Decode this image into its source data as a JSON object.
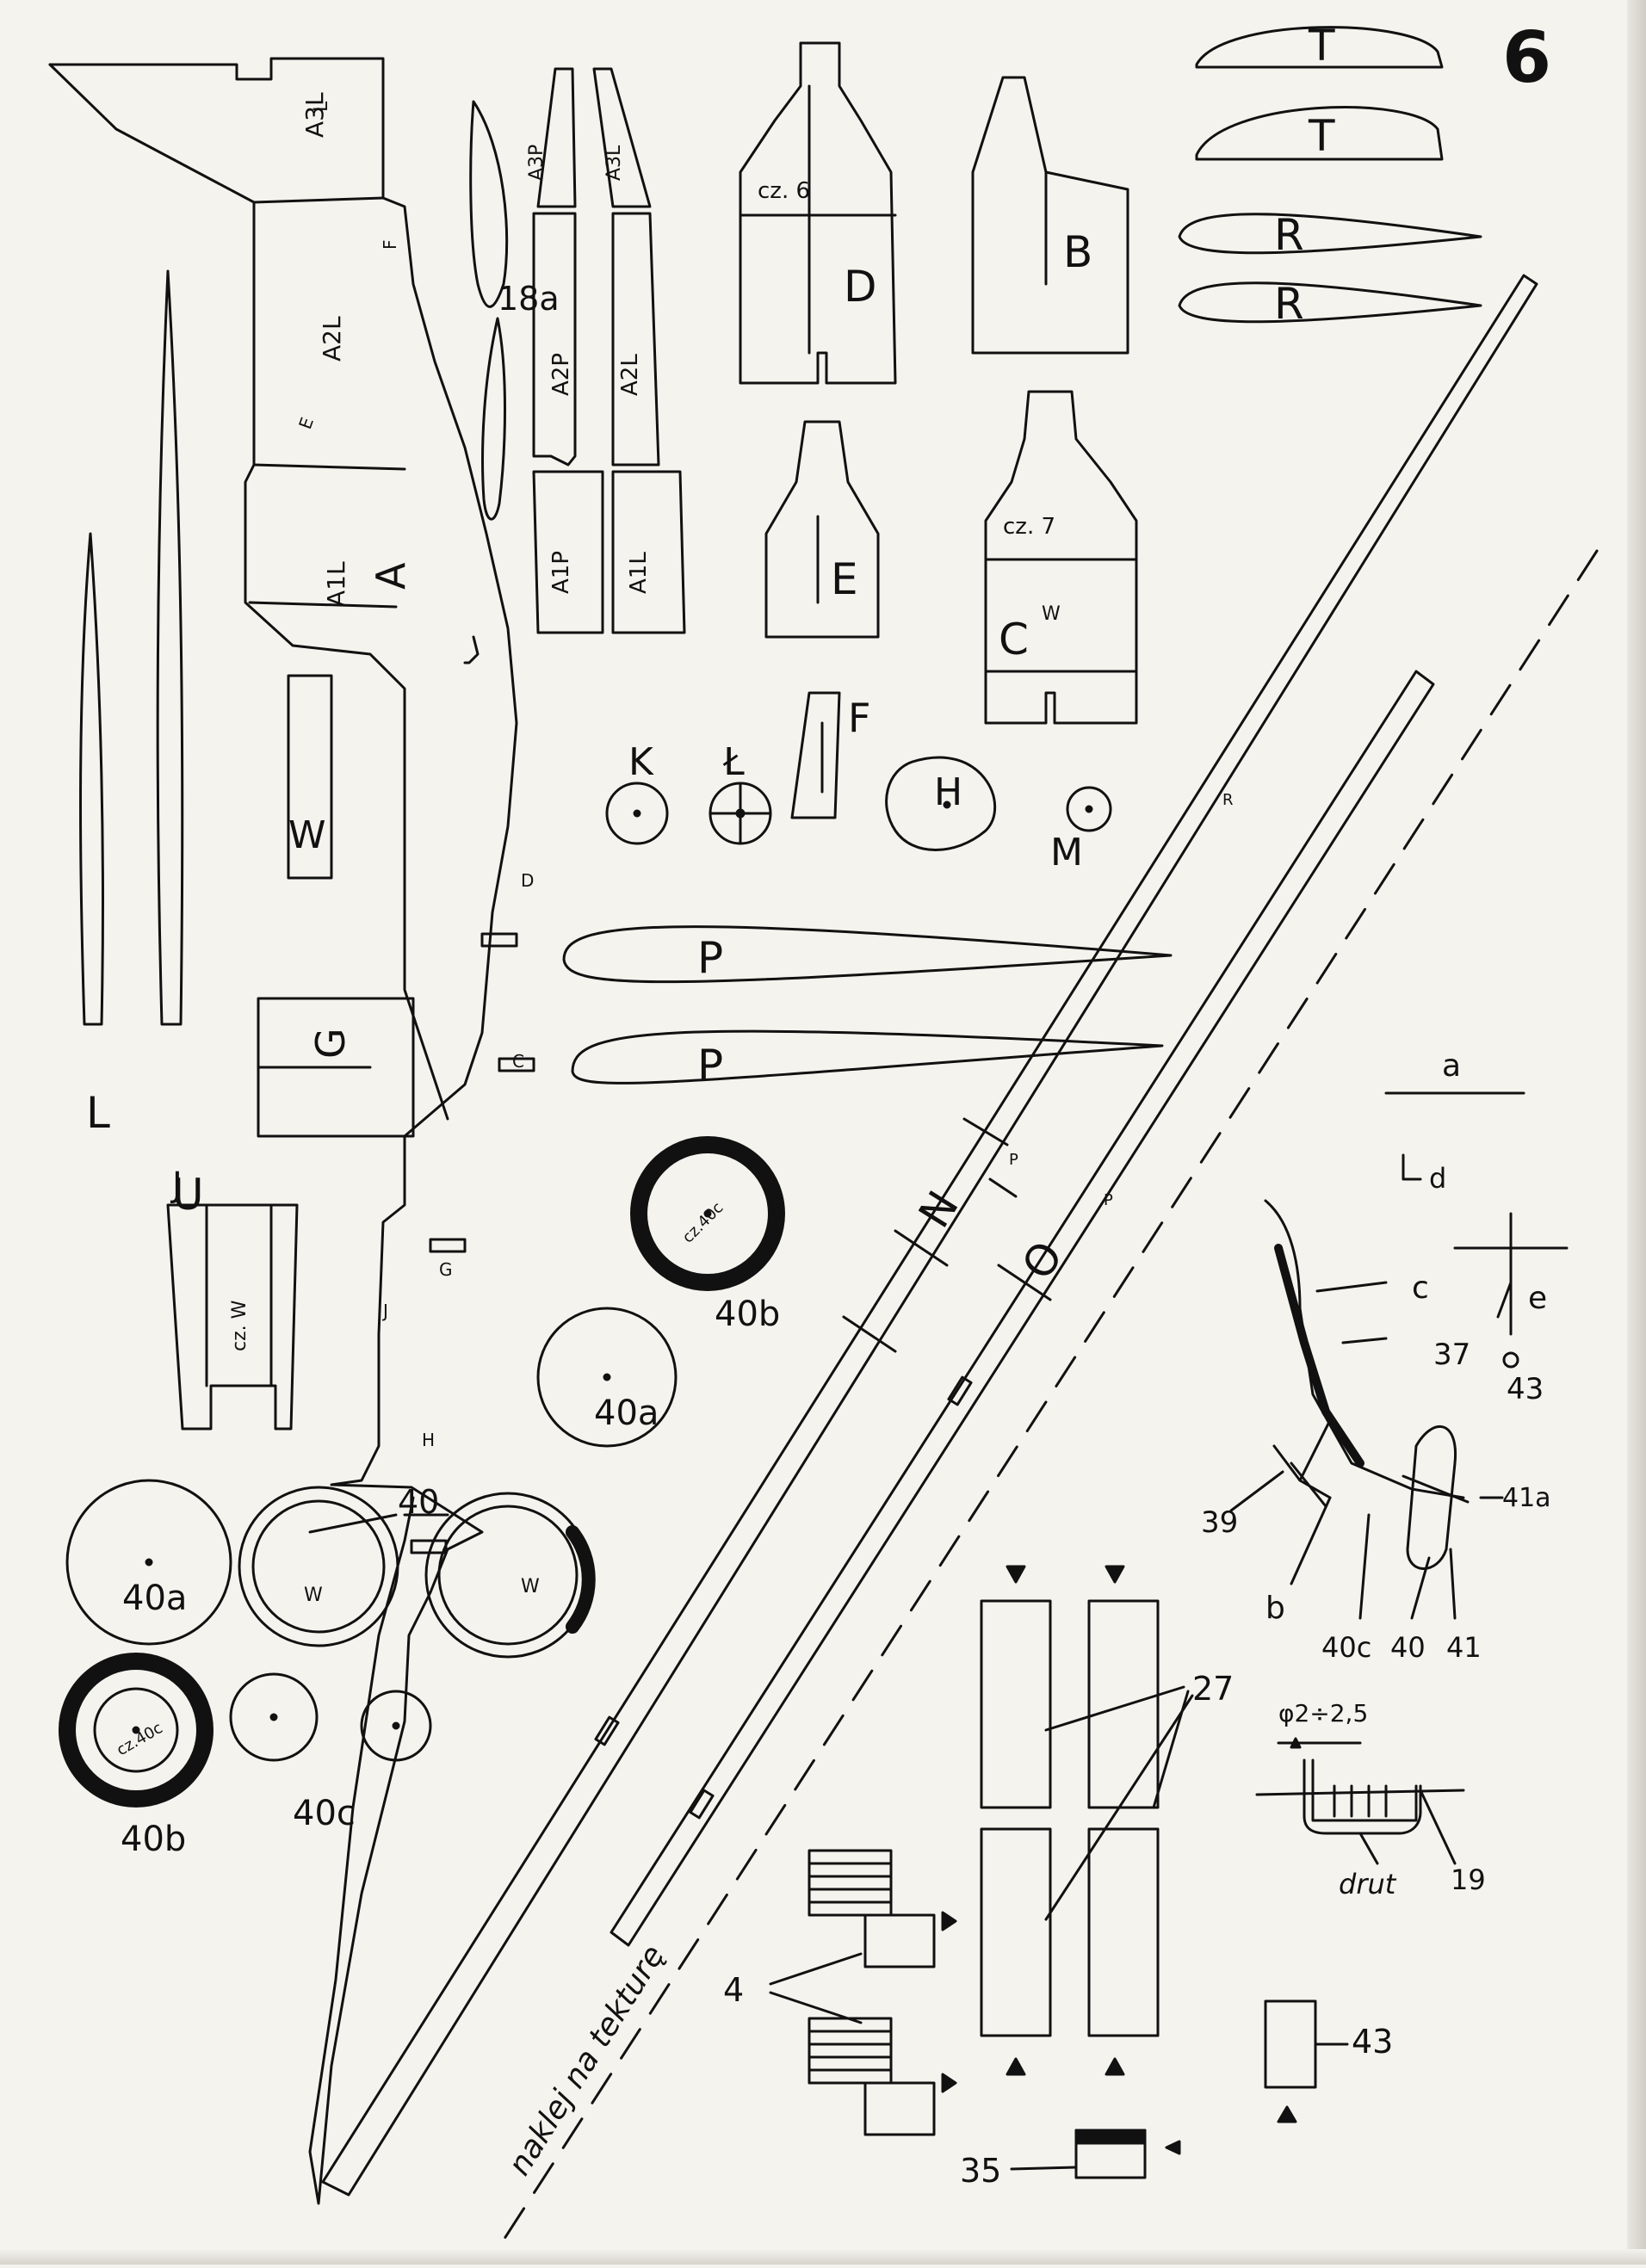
{
  "page": {
    "number": "6"
  },
  "parts": {
    "A": "A",
    "A1L": "A1L",
    "A2L": "A2L",
    "A3L": "A3L",
    "A1P": "A1P",
    "A2P": "A2P",
    "A3P": "A3P",
    "B": "B",
    "C": "C",
    "D": "D",
    "E": "E",
    "F": "F",
    "G": "G",
    "H": "H",
    "J": "J",
    "K": "K",
    "L": "L",
    "LS": "Ł",
    "M": "M",
    "N": "N",
    "O": "O",
    "P": "P",
    "R": "R",
    "T": "T",
    "U": "U",
    "W": "W",
    "p18a": "18a",
    "p4": "4",
    "p19": "19",
    "p27": "27",
    "p35": "35",
    "p37": "37",
    "p39": "39",
    "p40": "40",
    "p40a": "40a",
    "p40b": "40b",
    "p40c": "40c",
    "p41": "41",
    "p41a": "41a",
    "p43": "43",
    "cz6": "cz. 6",
    "cz7": "cz. 7",
    "czW": "cz. W",
    "cz40c": "cz.40c",
    "w": "W",
    "small_a": "a",
    "small_b": "b",
    "small_c": "c",
    "small_d": "d",
    "small_e": "e",
    "mkD": "D",
    "mkC": "C",
    "mkG": "G",
    "mkE": "E",
    "mkF": "F",
    "mkJ": "J",
    "mkH": "H",
    "mkL": "L",
    "mkR": "R",
    "mkP": "P",
    "dim": "φ2÷2,5",
    "drut": "drut",
    "naklej": "naklej na tekturę"
  },
  "colors": {
    "ink": "#111111",
    "paper": "#f4f3ee"
  }
}
